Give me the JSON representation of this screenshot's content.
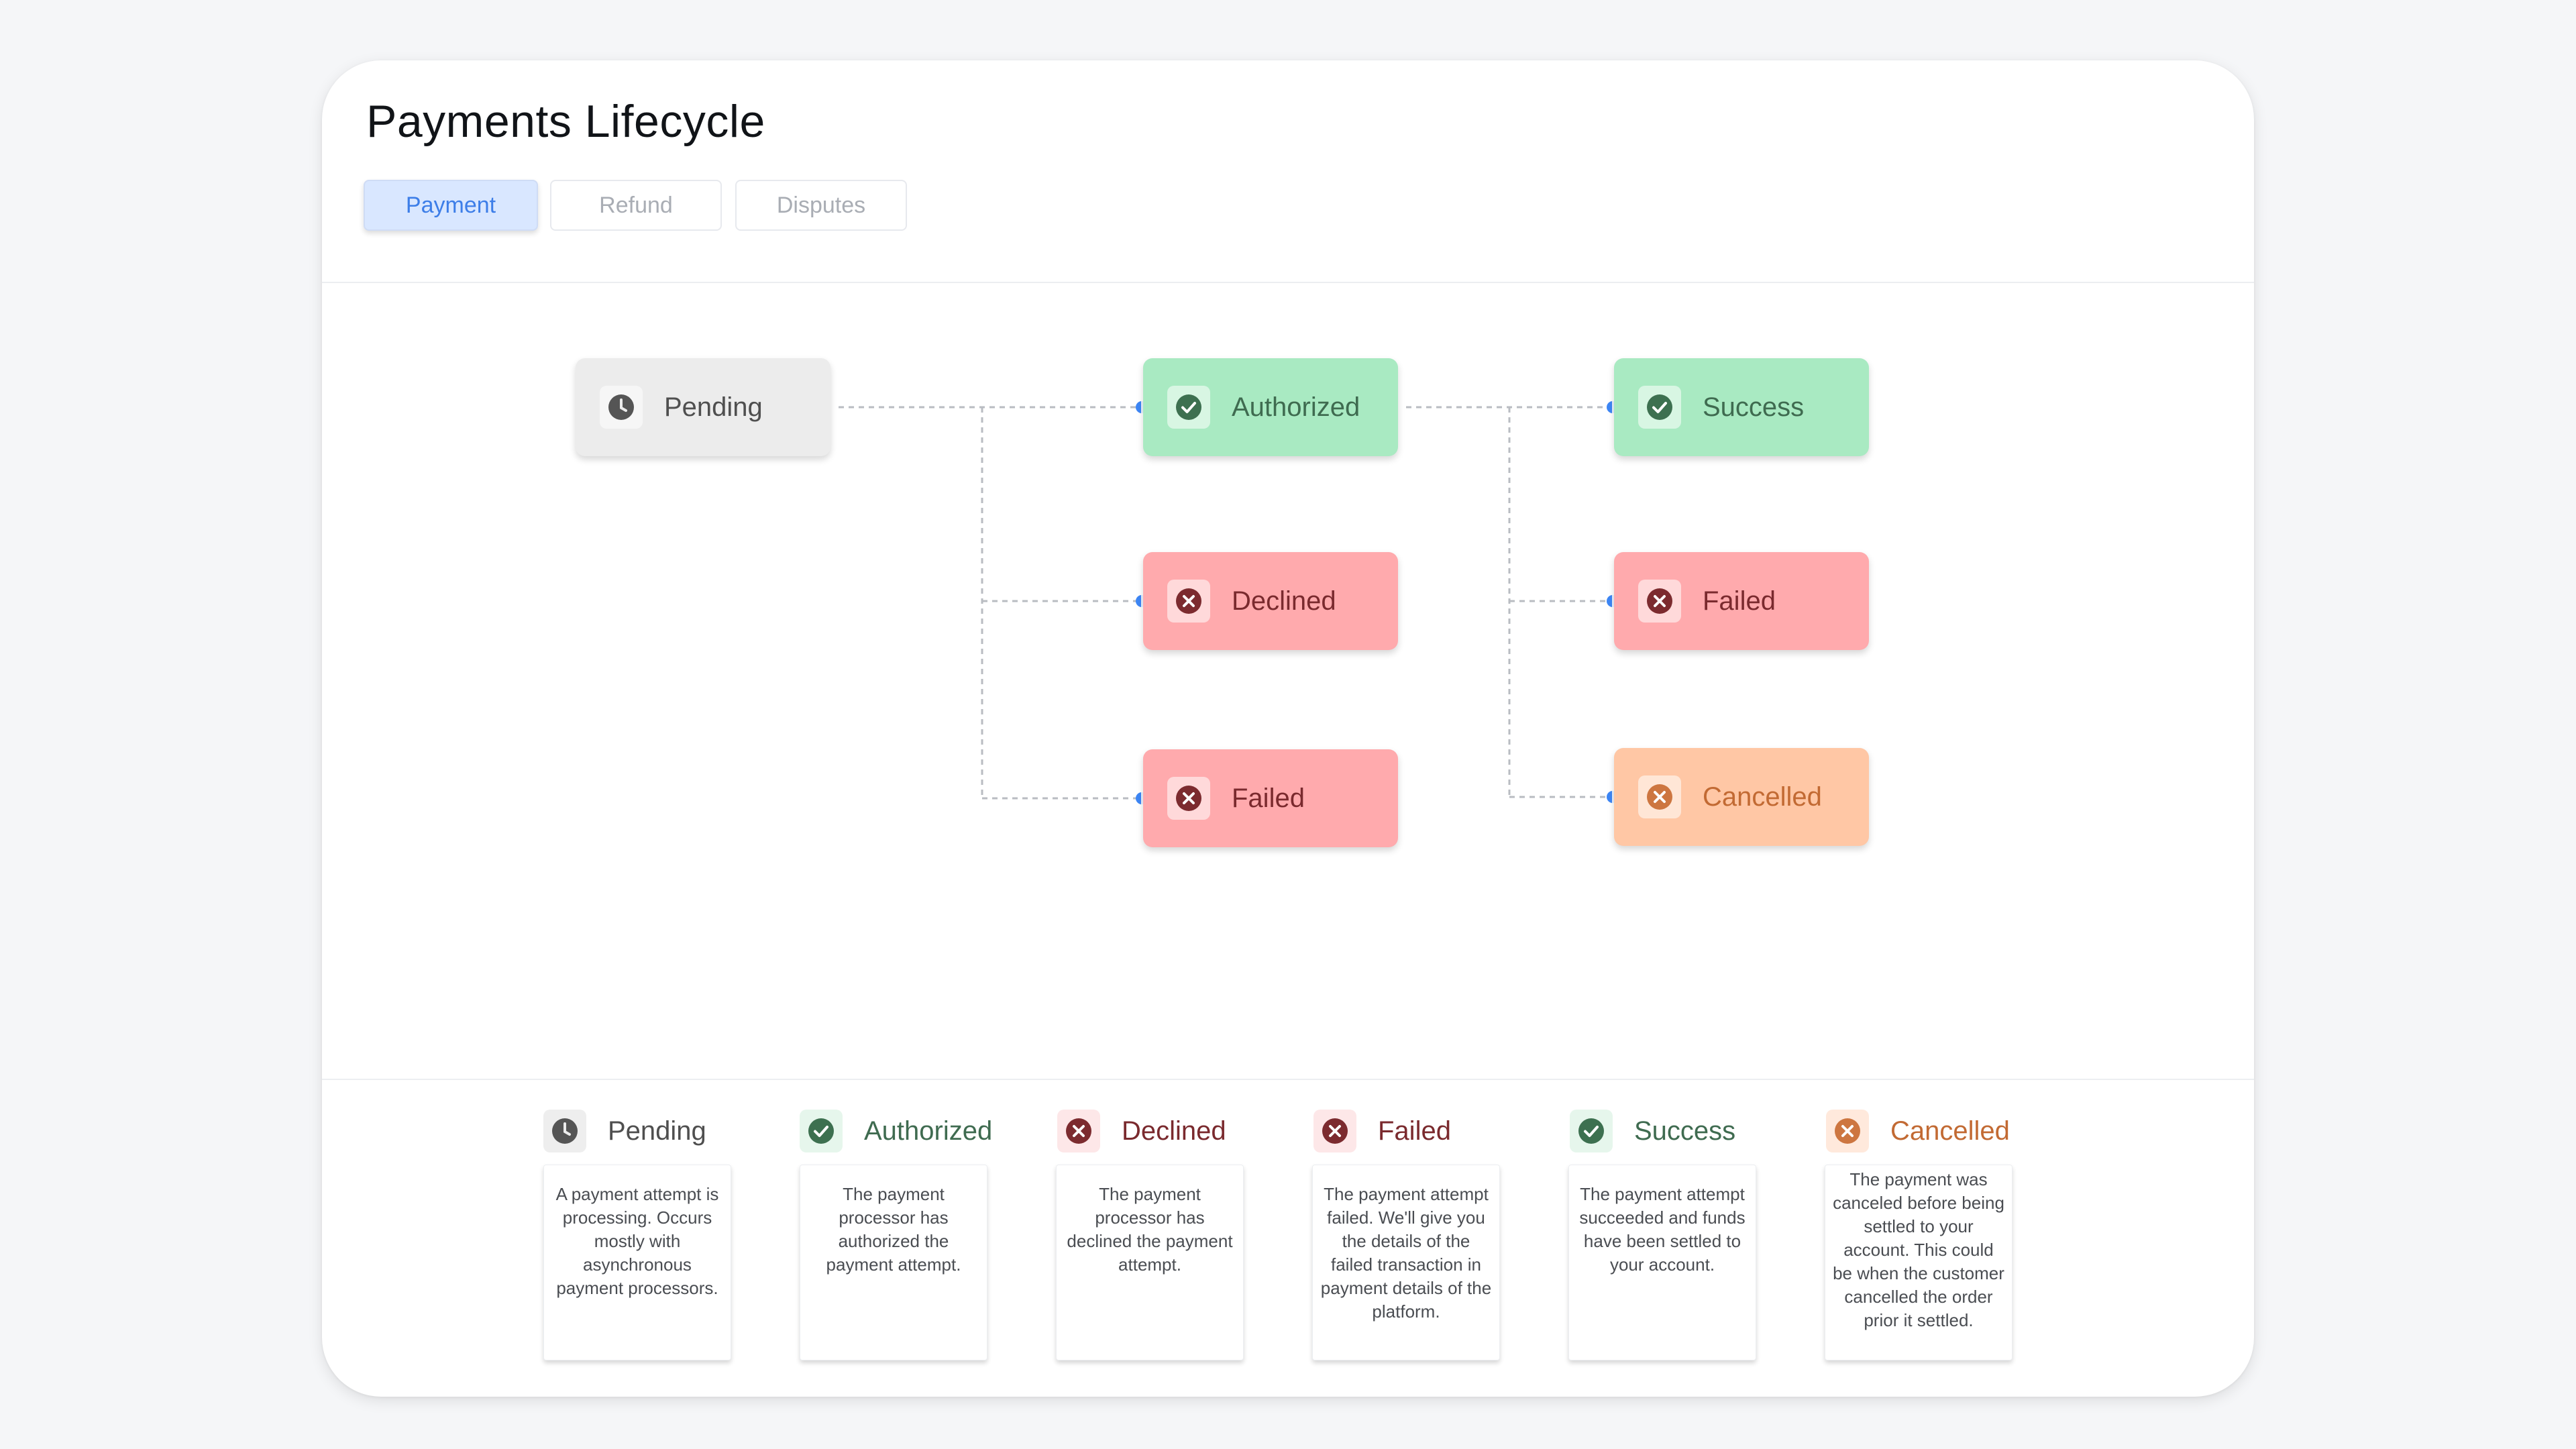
{
  "page": {
    "title": "Payments Lifecycle"
  },
  "tabs": [
    {
      "label": "Payment",
      "active": true
    },
    {
      "label": "Refund",
      "active": false
    },
    {
      "label": "Disputes",
      "active": false
    }
  ],
  "flow": {
    "nodes": {
      "pending": {
        "label": "Pending",
        "icon": "clock-icon"
      },
      "authorized": {
        "label": "Authorized",
        "icon": "check-circle-icon"
      },
      "declined": {
        "label": "Declined",
        "icon": "x-circle-icon"
      },
      "failed_1": {
        "label": "Failed",
        "icon": "x-circle-icon"
      },
      "success": {
        "label": "Success",
        "icon": "check-circle-icon"
      },
      "failed_2": {
        "label": "Failed",
        "icon": "x-circle-icon"
      },
      "cancelled": {
        "label": "Cancelled",
        "icon": "x-circle-icon"
      }
    },
    "edges": [
      [
        "pending",
        "authorized"
      ],
      [
        "pending",
        "declined"
      ],
      [
        "pending",
        "failed_1"
      ],
      [
        "authorized",
        "success"
      ],
      [
        "authorized",
        "failed_2"
      ],
      [
        "authorized",
        "cancelled"
      ]
    ]
  },
  "legend": [
    {
      "label": "Pending",
      "description": "A payment attempt is processing. Occurs mostly with asynchronous payment processors."
    },
    {
      "label": "Authorized",
      "description": "The payment processor has authorized the payment attempt."
    },
    {
      "label": "Declined",
      "description": "The payment processor has declined the payment attempt."
    },
    {
      "label": "Failed",
      "description": "The payment attempt failed. We'll give you the details of the failed transaction in payment details of the platform."
    },
    {
      "label": "Success",
      "description": "The payment attempt succeeded and funds have been settled to your account."
    },
    {
      "label": "Cancelled",
      "description": "The payment was canceled before being settled to your account. This could be when the customer cancelled the order prior it settled."
    }
  ],
  "colors": {
    "pending_bg": "#ececec",
    "pending_icon": "#555555",
    "success_bg": "#a9eac2",
    "success_icon": "#3d7050",
    "failed_bg": "#ffaaad",
    "failed_icon": "#7c2b2f",
    "cancelled_bg": "#ffc7a5",
    "cancelled_icon": "#cd7640",
    "connector_dot": "#3d86f5",
    "tab_active": "#3d7ee8"
  }
}
